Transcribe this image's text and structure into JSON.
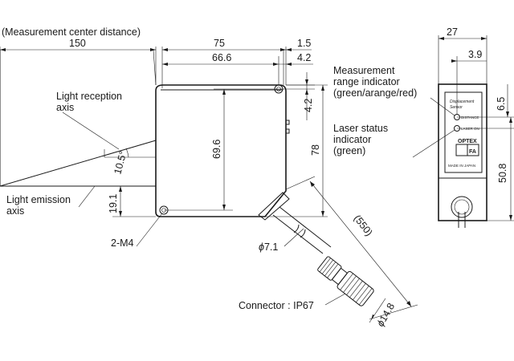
{
  "labels": {
    "center_distance_note": "(Measurement center distance)",
    "light_reception_line1": "Light reception",
    "light_reception_line2": "axis",
    "light_emission_line1": "Light emission",
    "light_emission_line2": "axis",
    "mount_holes": "2-M4",
    "cable_dia": "7.1",
    "connector": "Connector : IP67",
    "meas_ind_line1": "Measurement",
    "meas_ind_line2": "range indicator",
    "meas_ind_line3": "(green/arange/red)",
    "laser_ind_line1": "Laser status",
    "laser_ind_line2": "indicator",
    "laser_ind_line3": "(green)"
  },
  "dimensions": {
    "d150": "150",
    "d75": "75",
    "d1_5": "1.5",
    "d66_6": "66.6",
    "d4_2_top": "4.2",
    "d4_2_side": "4.2",
    "d69_6": "69.6",
    "d78": "78",
    "d10_5": "10.5°",
    "d19_1": "19.1",
    "d550": "(550)",
    "d14_8": "14.8",
    "d27": "27",
    "d3_9": "3.9",
    "d6_5": "6.5",
    "d50_8": "50.8"
  },
  "sensor_face": {
    "line1": "Displacement",
    "line2": "Sensor",
    "ind1": "DISTANCE",
    "ind2": "LASER ON",
    "brand": "OPTEX",
    "brand_sub": "FA",
    "origin": "MADE IN JAPAN"
  }
}
